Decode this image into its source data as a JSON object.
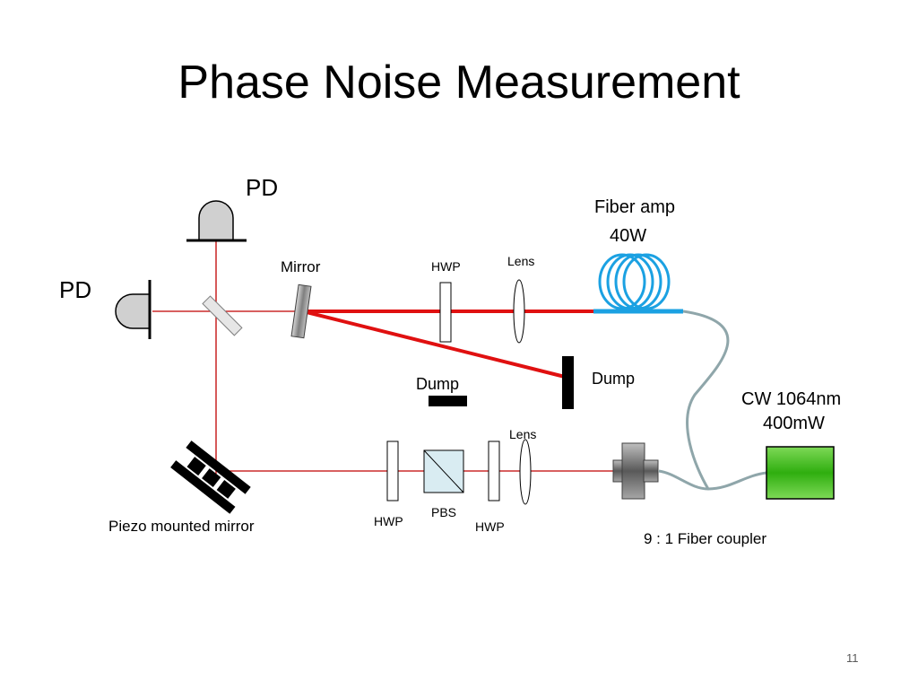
{
  "slide": {
    "title": "Phase Noise Measurement",
    "page_number": "11"
  },
  "diagram": {
    "labels": {
      "pd_top": "PD",
      "pd_left": "PD",
      "mirror": "Mirror",
      "hwp_top": "HWP",
      "lens_top": "Lens",
      "fiber_amp": "Fiber amp",
      "fiber_amp_power": "40W",
      "dump_right": "Dump",
      "dump_center": "Dump",
      "laser": "CW 1064nm",
      "laser_power": "400mW",
      "lens_bottom": "Lens",
      "piezo_mirror": "Piezo mounted mirror",
      "hwp_bottom_left": "HWP",
      "pbs": "PBS",
      "hwp_bottom_right": "HWP",
      "fiber_coupler": "9 : 1 Fiber coupler"
    },
    "colors": {
      "low_power_beam": "#c00000",
      "high_power_beam": "#e01010",
      "fiber": "#8fa6aa",
      "fiber_amp_coil": "#1ba1e2",
      "laser_fill": "#4cbb17",
      "component_gray": "#c8c8c8"
    }
  }
}
